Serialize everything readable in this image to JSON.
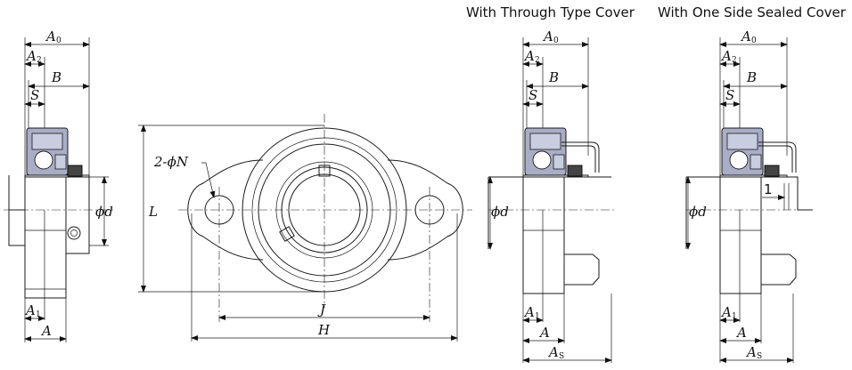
{
  "captions": {
    "through_cover": "With Through Type Cover",
    "sealed_cover": "With One Side Sealed Cover"
  },
  "dims": {
    "A0": "A",
    "A0_sub": "0",
    "A2": "A",
    "A2_sub": "2",
    "B": "B",
    "S": "S",
    "A1": "A",
    "A1_sub": "1",
    "A": "A",
    "AS": "A",
    "AS_sub": "S",
    "d": "ϕd",
    "L": "L",
    "N": "2-ϕN",
    "J": "J",
    "H": "H",
    "one": "1"
  }
}
